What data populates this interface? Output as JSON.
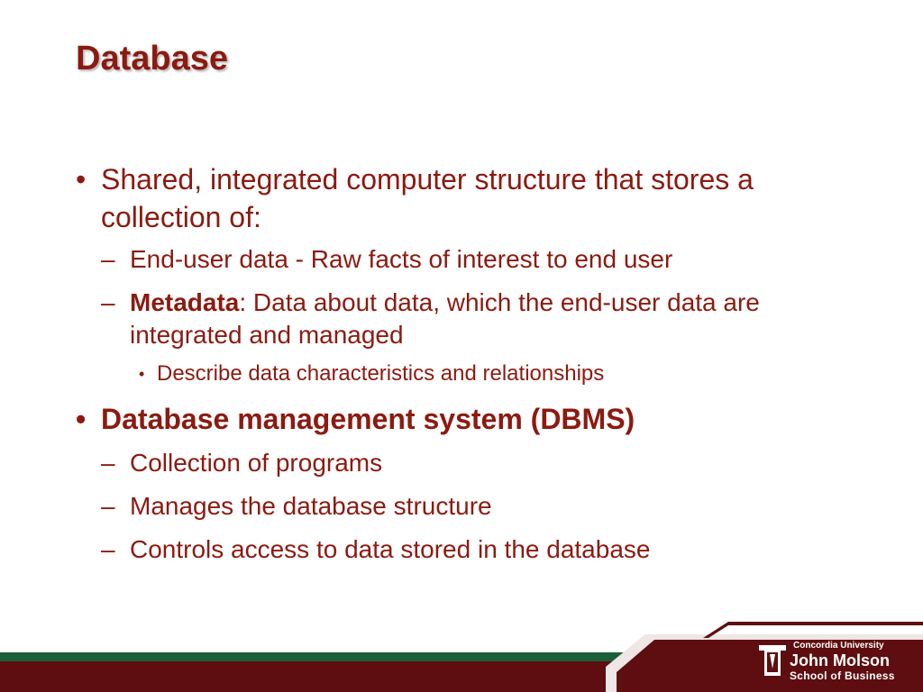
{
  "slide": {
    "title": "Database",
    "bullets": [
      {
        "marker": "•",
        "text": "Shared, integrated computer structure that stores a collection of:"
      },
      {
        "marker": "–",
        "text": "End-user data - Raw facts of interest to end user"
      },
      {
        "marker": "–",
        "bold_lead": "Metadata",
        "text": ": Data about data, which the end-user data are integrated and managed"
      },
      {
        "marker": "•",
        "text": "Describe data characteristics and relationships"
      },
      {
        "marker": "•",
        "text": "Database management system (DBMS)"
      },
      {
        "marker": "–",
        "text": "Collection of programs"
      },
      {
        "marker": "–",
        "text": "Manages the database structure"
      },
      {
        "marker": "–",
        "text": "Controls access to data stored in the database"
      }
    ]
  },
  "footer": {
    "university": "Concordia University",
    "school_name": "John Molson",
    "school_subtitle": "School of Business"
  },
  "colors": {
    "title": "#8c1a10",
    "text": "#8c1a10",
    "footer_red": "#5e0e10",
    "footer_green": "#1b5e3a",
    "footer_light": "#efe6e6"
  }
}
